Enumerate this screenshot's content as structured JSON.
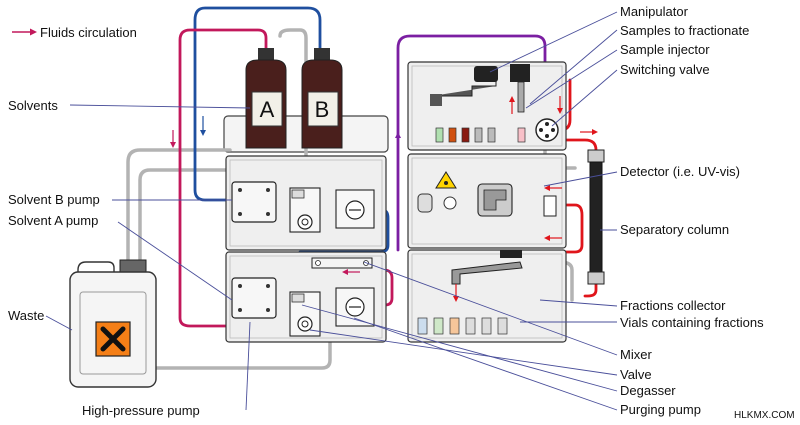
{
  "legend": {
    "label": "Fluids circulation",
    "color": "#c2185b"
  },
  "bottles": {
    "a_label": "A",
    "b_label": "B"
  },
  "labels_left": {
    "solvents": "Solvents",
    "solvent_b_pump": "Solvent B pump",
    "solvent_a_pump": "Solvent A pump",
    "waste": "Waste",
    "high_pressure_pump": "High-pressure pump"
  },
  "labels_right": {
    "manipulator": "Manipulator",
    "samples_to_fractionate": "Samples to fractionate",
    "sample_injector": "Sample injector",
    "switching_valve": "Switching valve",
    "detector": "Detector (i.e. UV-vis)",
    "separatory_column": "Separatory column",
    "fractions_collector": "Fractions collector",
    "vials_containing_fractions": "Vials containing fractions",
    "mixer": "Mixer",
    "valve": "Valve",
    "degasser": "Degasser",
    "purging_pump": "Purging pump"
  },
  "watermark": "HLKMX.COM",
  "colors": {
    "tube_grey": "#b3b3b3",
    "tube_blue": "#1f4f9f",
    "tube_magenta": "#c2185b",
    "tube_purple": "#7b1fa2",
    "tube_red": "#e0151b",
    "bottle": "#4a1f1c",
    "label_line": "#4a4f9a",
    "hazard": "#f57f17"
  }
}
